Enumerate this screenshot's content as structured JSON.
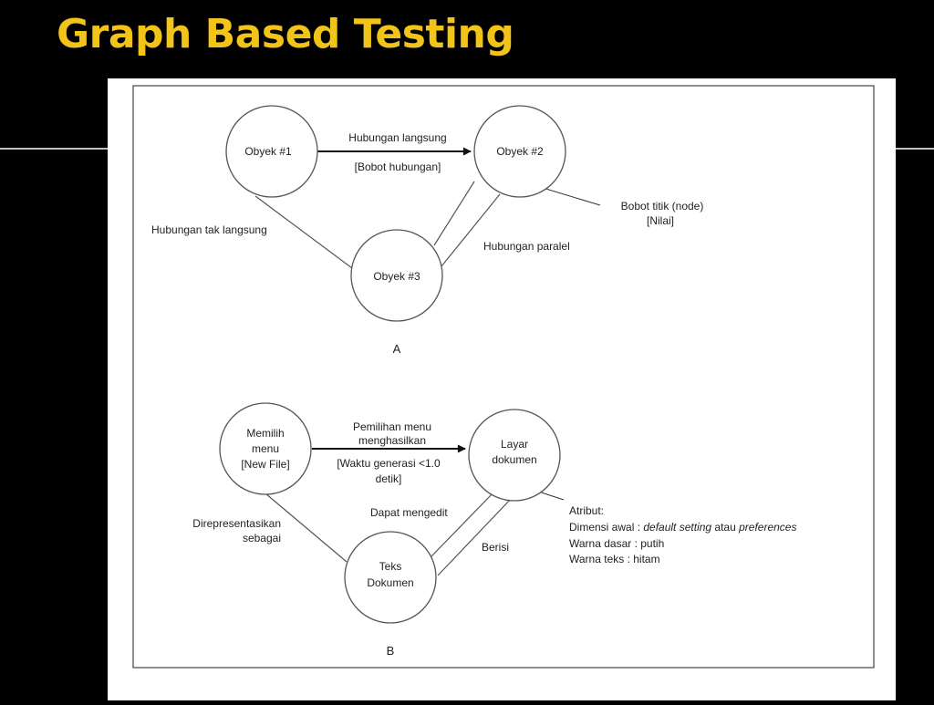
{
  "slide": {
    "title": "Graph Based Testing",
    "colors": {
      "title": "#f2c318",
      "background": "#000000",
      "figure": "#ffffff"
    }
  },
  "diagram_a": {
    "panel_label": "A",
    "nodes": {
      "obyek1": "Obyek #1",
      "obyek2": "Obyek #2",
      "obyek3": "Obyek #3"
    },
    "edges": {
      "direct_label": "Hubungan langsung",
      "direct_weight": "[Bobot hubungan]",
      "indirect": "Hubungan tak langsung",
      "parallel": "Hubungan paralel"
    },
    "node_weight": {
      "line1": "Bobot titik (node)",
      "line2": "[Nilai]"
    }
  },
  "diagram_b": {
    "panel_label": "B",
    "nodes": {
      "menu": [
        "Memilih",
        "menu",
        "[New File]"
      ],
      "layar": [
        "Layar",
        "dokumen"
      ],
      "teks": [
        "Teks",
        "Dokumen"
      ]
    },
    "edges": {
      "generate": [
        "Pemilihan menu",
        "menghasilkan"
      ],
      "time": [
        "[Waktu generasi <1.0",
        "detik]"
      ],
      "represented": [
        "Direpresentasikan",
        "sebagai"
      ],
      "editable": "Dapat mengedit",
      "contains": "Berisi"
    },
    "attributes": {
      "heading": "Atribut:",
      "dim_prefix": "Dimensi awal : ",
      "dim_italic1": "default setting",
      "dim_mid": " atau ",
      "dim_italic2": "preferences",
      "base_color": "Warna dasar : putih",
      "text_color": "Warna teks : hitam"
    }
  }
}
